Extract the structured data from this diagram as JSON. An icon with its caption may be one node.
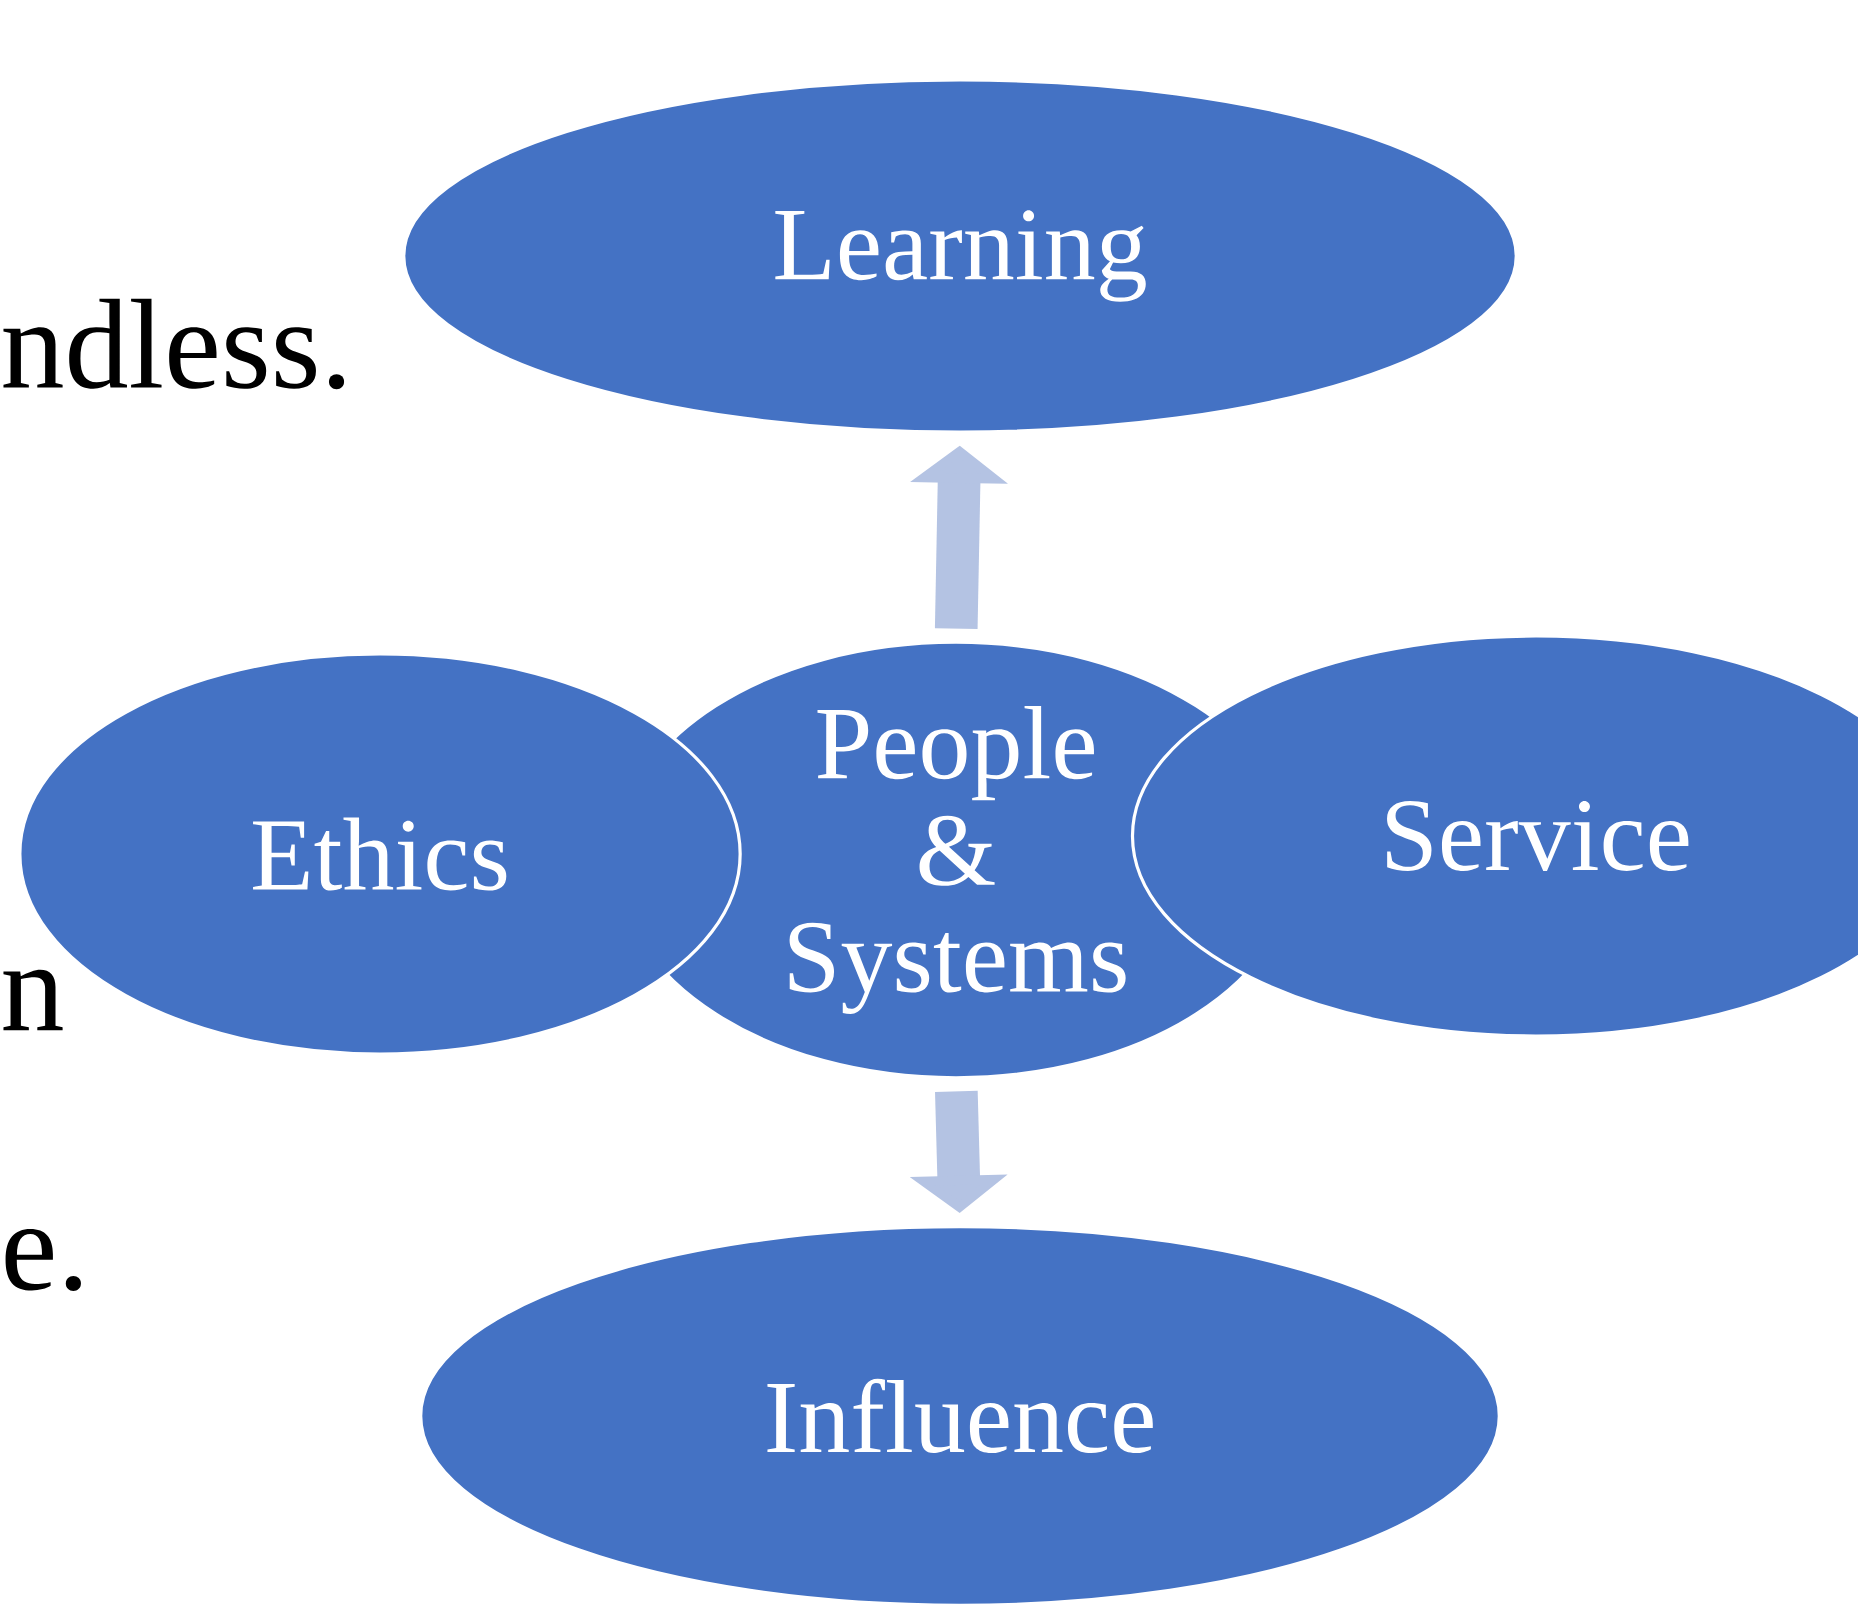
{
  "diagram": {
    "nodes": [
      {
        "text": [
          "Learning"
        ]
      },
      {
        "text": [
          "Ethics"
        ]
      },
      {
        "text": [
          "People & Systems"
        ]
      },
      {
        "text": [
          "Service"
        ]
      },
      {
        "text": [
          "Influence"
        ]
      }
    ],
    "edges": [
      {
        "from": 2,
        "to": 0,
        "arrow": "to"
      },
      {
        "from": 2,
        "to": 4,
        "arrow": "to"
      }
    ],
    "labels": [
      "ndless.",
      "n",
      "e."
    ]
  }
}
